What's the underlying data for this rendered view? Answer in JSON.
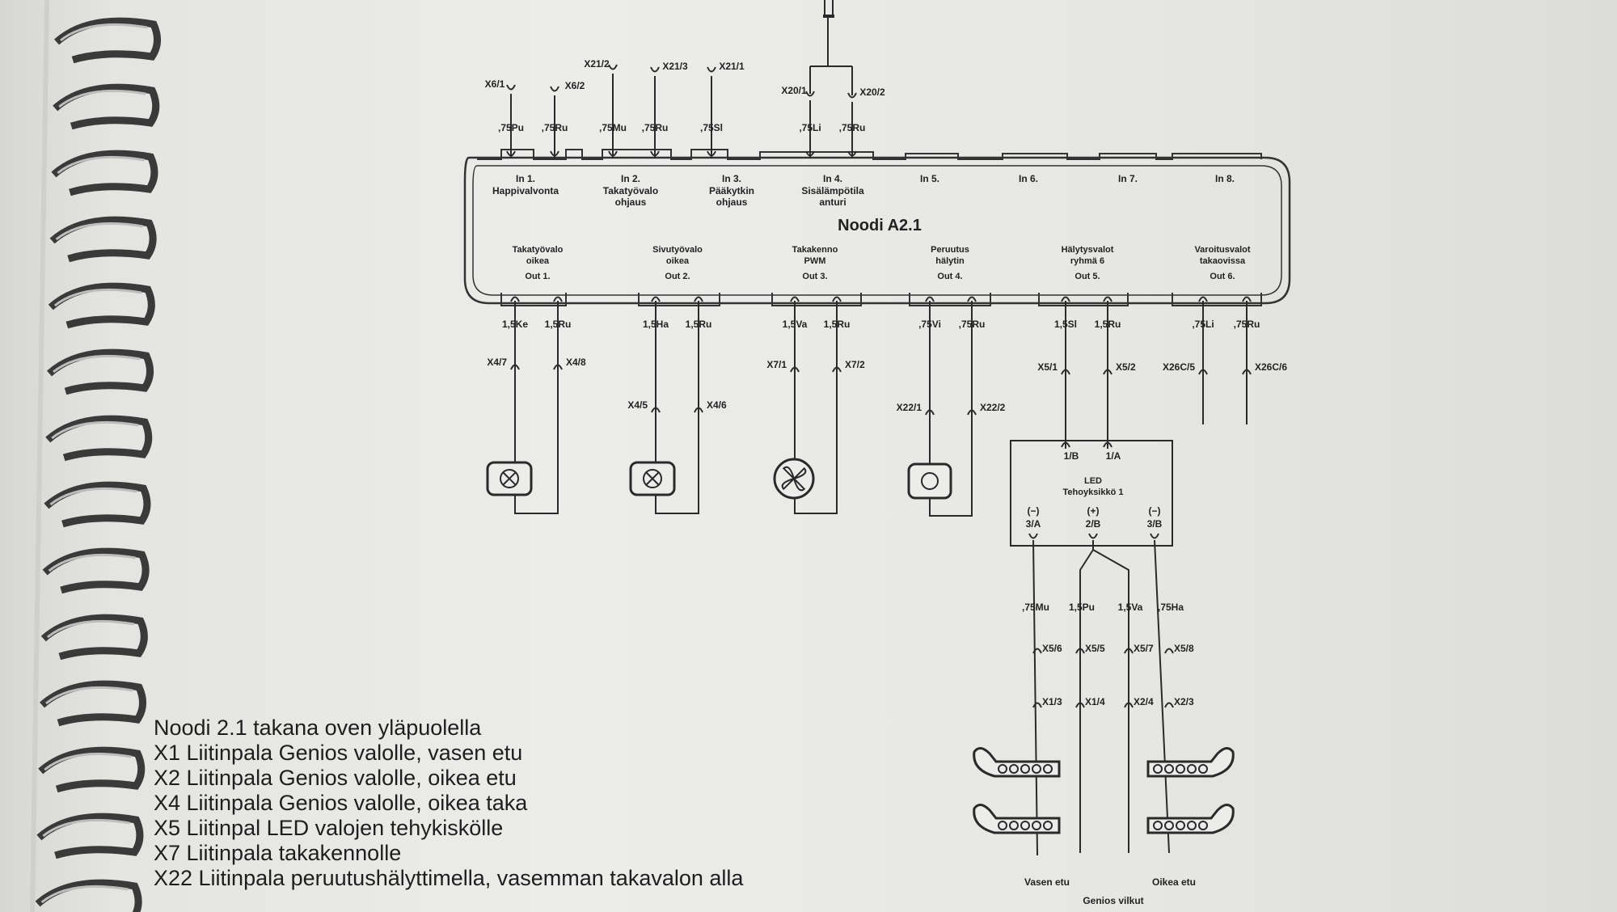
{
  "node_title": "Noodi A2.1",
  "inputs": [
    {
      "num": "In 1.",
      "name": [
        "Happivalvonta"
      ],
      "pins": [
        {
          "wire": ",75Pu",
          "conn": "X6/1"
        },
        {
          "wire": ",75Ru",
          "conn": "X6/2"
        }
      ]
    },
    {
      "num": "In 2.",
      "name": [
        "Takatyövalo",
        "ohjaus"
      ],
      "pins": [
        {
          "wire": ",75Mu",
          "conn": "X21/2"
        },
        {
          "wire": ",75Ru",
          "conn": "X21/3"
        }
      ]
    },
    {
      "num": "In 3.",
      "name": [
        "Pääkytkin",
        "ohjaus"
      ],
      "pins": [
        {
          "wire": ",75Sl",
          "conn": "X21/1"
        }
      ]
    },
    {
      "num": "In 4.",
      "name": [
        "Sisälämpötila",
        "anturi"
      ],
      "pins": [
        {
          "wire": ",75Li",
          "conn": "X20/1"
        },
        {
          "wire": ",75Ru",
          "conn": "X20/2"
        }
      ]
    },
    {
      "num": "In 5.",
      "name": []
    },
    {
      "num": "In 6.",
      "name": []
    },
    {
      "num": "In 7.",
      "name": []
    },
    {
      "num": "In 8.",
      "name": []
    }
  ],
  "outputs": [
    {
      "name": [
        "Takatyövalo",
        "oikea"
      ],
      "num": "Out 1.",
      "wires": [
        "1,5Ke",
        "1,5Ru"
      ],
      "conns": [
        "X4/7",
        "X4/8"
      ]
    },
    {
      "name": [
        "Sivutyövalo",
        "oikea"
      ],
      "num": "Out 2.",
      "wires": [
        "1,5Ha",
        "1,5Ru"
      ],
      "conns": [
        "X4/5",
        "X4/6"
      ]
    },
    {
      "name": [
        "Takakenno",
        "PWM"
      ],
      "num": "Out 3.",
      "wires": [
        "1,5Va",
        "1,5Ru"
      ],
      "conns": [
        "X7/1",
        "X7/2"
      ]
    },
    {
      "name": [
        "Peruutus",
        "hälytin"
      ],
      "num": "Out 4.",
      "wires": [
        ",75Vi",
        ",75Ru"
      ],
      "conns": [
        "X22/1",
        "X22/2"
      ]
    },
    {
      "name": [
        "Hälytysvalot",
        "ryhmä 6"
      ],
      "num": "Out 5.",
      "wires": [
        "1,5Sl",
        "1,5Ru"
      ],
      "conns": [
        "X5/1",
        "X5/2"
      ]
    },
    {
      "name": [
        "Varoitusvalot",
        "takaovissa"
      ],
      "num": "Out 6.",
      "wires": [
        ",75Li",
        ",75Ru"
      ],
      "conns": [
        "X26C/5",
        "X26C/6"
      ]
    }
  ],
  "led_unit": {
    "title": [
      "LED",
      "Tehoyksikkö 1"
    ],
    "top_pins": [
      "1/B",
      "1/A"
    ],
    "bottom_pins": [
      {
        "sign": "(−)",
        "pin": "3/A"
      },
      {
        "sign": "(+)",
        "pin": "2/B"
      },
      {
        "sign": "(−)",
        "pin": "3/B"
      }
    ],
    "wires": [
      ",75Mu",
      "1,5Pu",
      "1,5Va",
      ",75Ha"
    ],
    "conn_row1": [
      "X5/6",
      "X5/5",
      "X5/7",
      "X5/8"
    ],
    "conn_row2": [
      "X1/3",
      "X1/4",
      "X2/4",
      "X2/3"
    ]
  },
  "blinkers": {
    "left": "Vasen etu",
    "right": "Oikea etu",
    "caption": "Genios vilkut"
  },
  "legend": [
    "Noodi 2.1 takana oven yläpuolella",
    "X1 Liitinpala Genios valolle, vasen etu",
    "X2 Liitinpala Genios valolle, oikea etu",
    "X4 Liitinpala Genios valolle, oikea taka",
    "X5 Liitinpal LED valojen tehykiskölle",
    "X7 Liitinpala takakennolle",
    "X22 Liitinpala peruutushälyttimella, vasemman takavalon alla"
  ]
}
